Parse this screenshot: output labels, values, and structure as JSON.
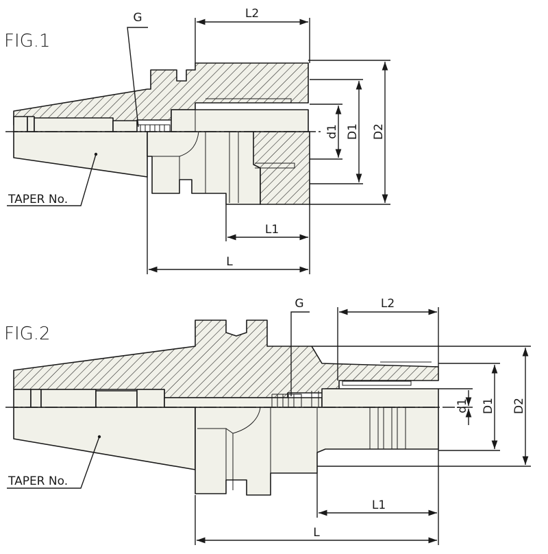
{
  "colors": {
    "body": "#f1f1e9",
    "line": "#1a1a1a",
    "hatch": "#1a1a1a"
  },
  "fig1": {
    "title": "FIG.1",
    "labels": {
      "L2": "L2",
      "G": "G",
      "d1": "d1",
      "D1": "D1",
      "D2": "D2",
      "L1": "L1",
      "L": "L",
      "taper": "TAPER No."
    }
  },
  "fig2": {
    "title": "FIG.2",
    "labels": {
      "L2": "L2",
      "G": "G",
      "d1": "d1",
      "D1": "D1",
      "D2": "D2",
      "L1": "L1",
      "L": "L",
      "taper": "TAPER No."
    }
  }
}
